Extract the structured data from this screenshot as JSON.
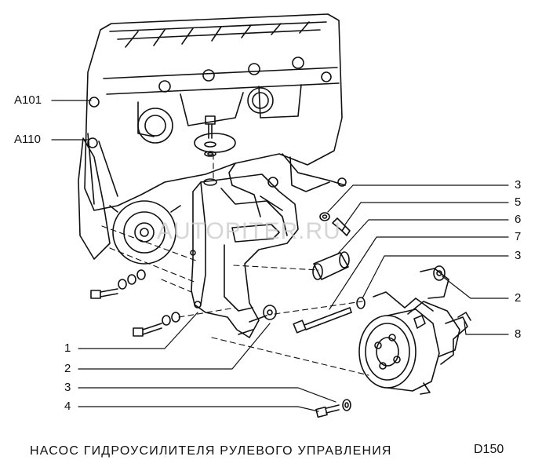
{
  "diagram": {
    "code": "D150",
    "caption": "НАСОС ГИДРОУСИЛИТЕЛЯ РУЛЕВОГО УПРАВЛЕНИЯ",
    "watermark": "AUTOPITER.RU",
    "references": [
      {
        "id": "a101",
        "text": "A101"
      },
      {
        "id": "a110",
        "text": "A110"
      }
    ],
    "callouts_left": [
      {
        "id": "l1",
        "text": "1"
      },
      {
        "id": "l2",
        "text": "2"
      },
      {
        "id": "l3",
        "text": "3"
      },
      {
        "id": "l4",
        "text": "4"
      }
    ],
    "callouts_right": [
      {
        "id": "r3a",
        "text": "3"
      },
      {
        "id": "r5",
        "text": "5"
      },
      {
        "id": "r6",
        "text": "6"
      },
      {
        "id": "r7",
        "text": "7"
      },
      {
        "id": "r3b",
        "text": "3"
      },
      {
        "id": "r2",
        "text": "2"
      },
      {
        "id": "r8",
        "text": "8"
      }
    ]
  }
}
